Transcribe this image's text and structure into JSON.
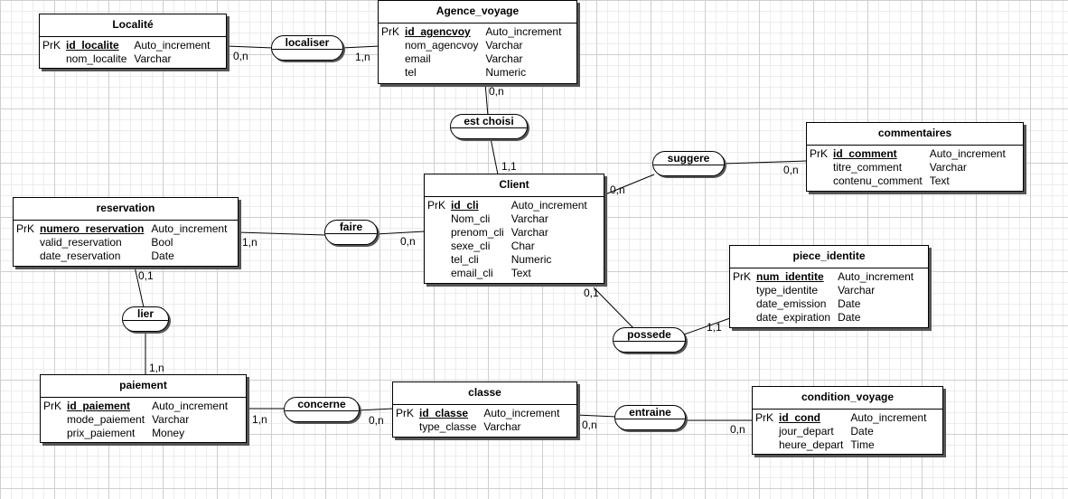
{
  "entities": {
    "localite": {
      "title": "Localité",
      "fields": [
        {
          "pk": "PrK",
          "name": "id_localite",
          "type": "Auto_increment"
        },
        {
          "pk": "",
          "name": "nom_localite",
          "type": "Varchar"
        }
      ]
    },
    "agence_voyage": {
      "title": "Agence_voyage",
      "fields": [
        {
          "pk": "PrK",
          "name": "id_agencvoy",
          "type": "Auto_increment"
        },
        {
          "pk": "",
          "name": "nom_agencvoy",
          "type": "Varchar"
        },
        {
          "pk": "",
          "name": "email",
          "type": "Varchar"
        },
        {
          "pk": "",
          "name": "tel",
          "type": "Numeric"
        }
      ]
    },
    "commentaires": {
      "title": "commentaires",
      "fields": [
        {
          "pk": "PrK",
          "name": "id_comment",
          "type": "Auto_increment"
        },
        {
          "pk": "",
          "name": "titre_comment",
          "type": "Varchar"
        },
        {
          "pk": "",
          "name": "contenu_comment",
          "type": "Text"
        }
      ]
    },
    "client": {
      "title": "Client",
      "fields": [
        {
          "pk": "PrK",
          "name": "id_cli",
          "type": "Auto_increment"
        },
        {
          "pk": "",
          "name": "Nom_cli",
          "type": "Varchar"
        },
        {
          "pk": "",
          "name": "prenom_cli",
          "type": "Varchar"
        },
        {
          "pk": "",
          "name": "sexe_cli",
          "type": "Char"
        },
        {
          "pk": "",
          "name": "tel_cli",
          "type": "Numeric"
        },
        {
          "pk": "",
          "name": "email_cli",
          "type": "Text"
        }
      ]
    },
    "reservation": {
      "title": "reservation",
      "fields": [
        {
          "pk": "PrK",
          "name": "numero_reservation",
          "type": "Auto_increment"
        },
        {
          "pk": "",
          "name": "valid_reservation",
          "type": "Bool"
        },
        {
          "pk": "",
          "name": "date_reservation",
          "type": "Date"
        }
      ]
    },
    "piece_identite": {
      "title": "piece_identite",
      "fields": [
        {
          "pk": "PrK",
          "name": "num_identite",
          "type": "Auto_increment"
        },
        {
          "pk": "",
          "name": "type_identite",
          "type": "Varchar"
        },
        {
          "pk": "",
          "name": "date_emission",
          "type": "Date"
        },
        {
          "pk": "",
          "name": "date_expiration",
          "type": "Date"
        }
      ]
    },
    "paiement": {
      "title": "paiement",
      "fields": [
        {
          "pk": "PrK",
          "name": "id_paiement",
          "type": "Auto_increment"
        },
        {
          "pk": "",
          "name": "mode_paiement",
          "type": "Varchar"
        },
        {
          "pk": "",
          "name": "prix_paiement",
          "type": "Money"
        }
      ]
    },
    "classe": {
      "title": "classe",
      "fields": [
        {
          "pk": "PrK",
          "name": "id_classe",
          "type": "Auto_increment"
        },
        {
          "pk": "",
          "name": "type_classe",
          "type": "Varchar"
        }
      ]
    },
    "condition_voyage": {
      "title": "condition_voyage",
      "fields": [
        {
          "pk": "PrK",
          "name": "id_cond",
          "type": "Auto_increment"
        },
        {
          "pk": "",
          "name": "jour_depart",
          "type": "Date"
        },
        {
          "pk": "",
          "name": "heure_depart",
          "type": "Time"
        }
      ]
    }
  },
  "associations": {
    "localiser": "localiser",
    "est_choisi": "est choisi",
    "suggere": "suggere",
    "faire": "faire",
    "lier": "lier",
    "possede": "possede",
    "concerne": "concerne",
    "entraine": "entraine"
  },
  "cardinalities": {
    "localiser_localite": "0,n",
    "localiser_agence": "1,n",
    "est_choisi_agence": "0,n",
    "est_choisi_client": "1,1",
    "suggere_client": "0,n",
    "suggere_commentaires": "0,n",
    "faire_reservation": "1,n",
    "faire_client": "0,n",
    "lier_reservation": "0,1",
    "lier_paiement": "1,n",
    "possede_client": "0,1",
    "possede_piece": "1,1",
    "concerne_paiement": "1,n",
    "concerne_classe": "0,n",
    "entraine_classe": "0,n",
    "entraine_condition": "0,n"
  }
}
